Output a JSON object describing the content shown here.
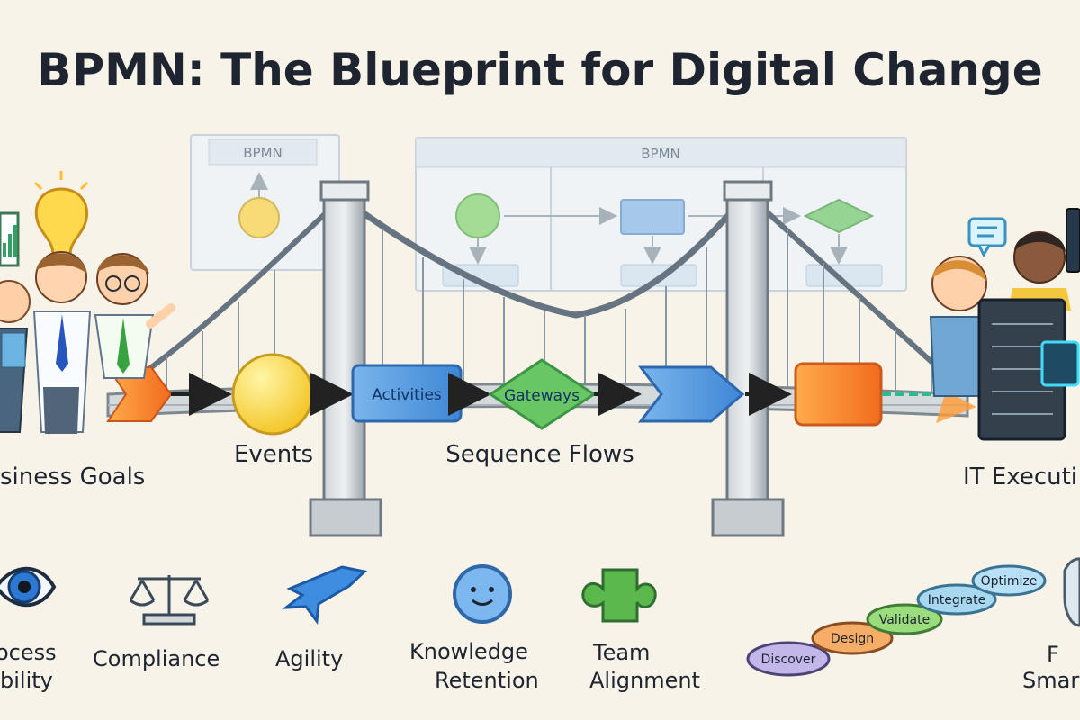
{
  "title": "BPMN: The Blueprint for Digital Change",
  "background_panels": [
    {
      "label": "BPMN"
    },
    {
      "label": "BPMN"
    }
  ],
  "sides": {
    "left": "siness Goals",
    "right": "IT Executi"
  },
  "flow": {
    "events": "Events",
    "activities": "Activities",
    "gateways": "Gateways",
    "sequence_flows": "Sequence Flows"
  },
  "benefits": [
    {
      "line1": "ocess",
      "line2": "bility"
    },
    {
      "label": "Compliance"
    },
    {
      "label": "Agility"
    },
    {
      "line1": "Knowledge",
      "line2": "Retention"
    },
    {
      "line1": "Team",
      "line2": "Alignment"
    },
    {
      "line1": "F",
      "line2": "Smart"
    }
  ],
  "steps": [
    "Discover",
    "Design",
    "Validate",
    "Integrate",
    "Optimize"
  ],
  "colors": {
    "background": "#f7f3e8",
    "events": "#f3c423",
    "activities": "#3e86d6",
    "gateways": "#69c665",
    "execution": "#f26b1c"
  },
  "icons": [
    "lightbulb-icon",
    "chart-board-icon",
    "events-icon",
    "gateways-diamond",
    "chat-bubble-icon",
    "server-rack-icon",
    "eye-icon",
    "scale-icon",
    "agility-arrow-icon",
    "gear-icon",
    "puzzle-icon",
    "robot-icon"
  ]
}
